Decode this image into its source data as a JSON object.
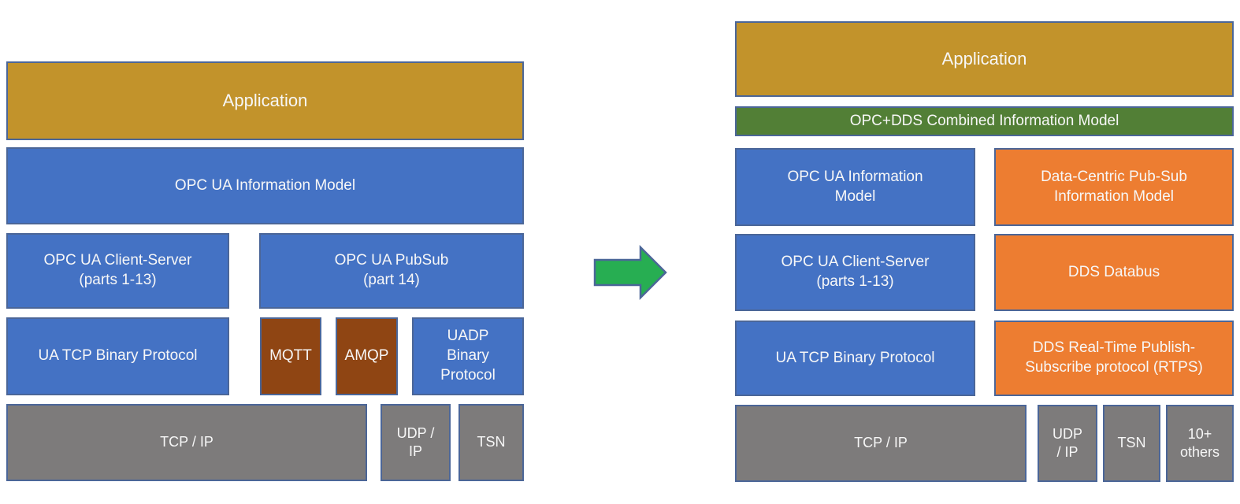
{
  "colors": {
    "gold": "#C2932B",
    "blue": "#4472C4",
    "brown": "#8F4513",
    "gray": "#7D7B7B",
    "green_bar": "#527F36",
    "orange": "#ED7D31",
    "arrow_green": "#27AE52",
    "border": "#4B6698",
    "text": "#F7F7F7"
  },
  "left_stack": {
    "application": "Application",
    "info_model": "OPC UA Information Model",
    "client_server": "OPC UA Client-Server\n(parts 1-13)",
    "pubsub": "OPC UA PubSub\n(part 14)",
    "ua_tcp": "UA TCP Binary Protocol",
    "mqtt": "MQTT",
    "amqp": "AMQP",
    "uadp": "UADP\nBinary\nProtocol",
    "tcp_ip": "TCP / IP",
    "udp_ip": "UDP /\nIP",
    "tsn": "TSN"
  },
  "right_stack": {
    "application": "Application",
    "combined_model": "OPC+DDS Combined Information Model",
    "opc_info_model": "OPC UA Information\nModel",
    "dcps_info_model": "Data-Centric Pub-Sub\nInformation Model",
    "client_server": "OPC UA Client-Server\n(parts 1-13)",
    "dds_databus": "DDS Databus",
    "ua_tcp": "UA TCP Binary Protocol",
    "rtps": "DDS Real-Time Publish-\nSubscribe protocol (RTPS)",
    "tcp_ip": "TCP / IP",
    "udp_ip": "UDP\n/ IP",
    "tsn": "TSN",
    "others": "10+\nothers"
  },
  "arrow": {
    "direction": "right"
  }
}
